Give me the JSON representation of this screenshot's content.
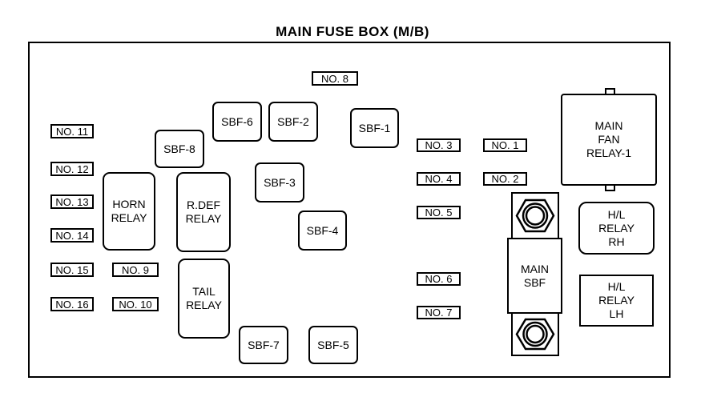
{
  "diagram_title": "MAIN FUSE BOX (M/B)",
  "fuse_labels": {
    "no1": "NO. 1",
    "no2": "NO. 2",
    "no3": "NO. 3",
    "no4": "NO. 4",
    "no5": "NO. 5",
    "no6": "NO. 6",
    "no7": "NO. 7",
    "no8": "NO. 8",
    "no9": "NO. 9",
    "no10": "NO. 10",
    "no11": "NO. 11",
    "no12": "NO. 12",
    "no13": "NO. 13",
    "no14": "NO. 14",
    "no15": "NO. 15",
    "no16": "NO. 16"
  },
  "sbf_fuses": {
    "sbf1": "SBF-1",
    "sbf2": "SBF-2",
    "sbf3": "SBF-3",
    "sbf4": "SBF-4",
    "sbf5": "SBF-5",
    "sbf6": "SBF-6",
    "sbf7": "SBF-7",
    "sbf8": "SBF-8"
  },
  "relays": {
    "horn": {
      "line1": "HORN",
      "line2": "RELAY"
    },
    "rdef": {
      "line1": "R.DEF",
      "line2": "RELAY"
    },
    "tail": {
      "line1": "TAIL",
      "line2": "RELAY"
    },
    "main_fan": {
      "line1": "MAIN",
      "line2": "FAN",
      "line3": "RELAY-1"
    },
    "hl_rh": {
      "line1": "H/L",
      "line2": "RELAY",
      "line3": "RH"
    },
    "hl_lh": {
      "line1": "H/L",
      "line2": "RELAY",
      "line3": "LH"
    }
  },
  "main_sbf": {
    "line1": "MAIN",
    "line2": "SBF"
  },
  "colors": {
    "line": "#000000",
    "background": "#ffffff"
  }
}
